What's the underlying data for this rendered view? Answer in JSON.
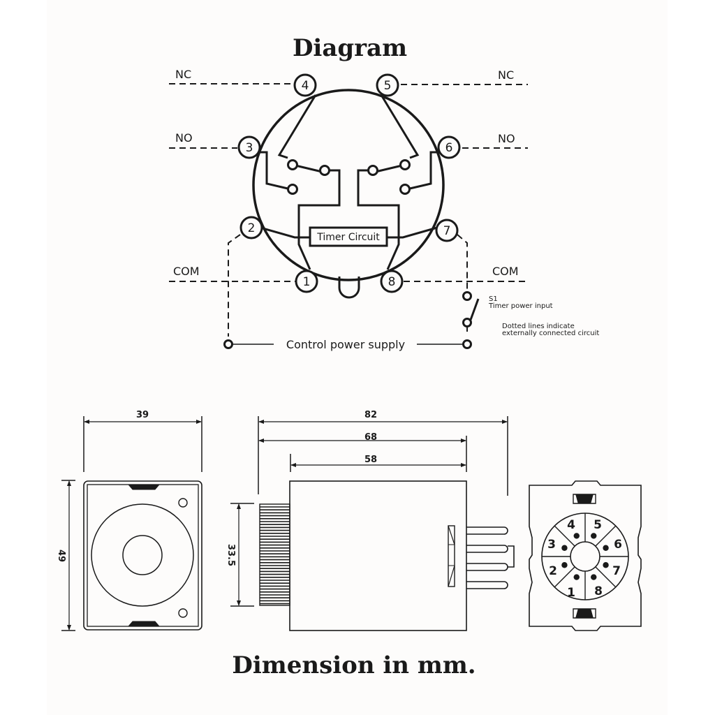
{
  "diagram": {
    "title": "Diagram",
    "labels": {
      "nc_left": "NC",
      "nc_right": "NC",
      "no_left": "NO",
      "no_right": "NO",
      "com_left": "COM",
      "com_right": "COM"
    },
    "pins": [
      "1",
      "2",
      "3",
      "4",
      "5",
      "6",
      "7",
      "8"
    ],
    "timer_circuit": "Timer Circuit",
    "control_power_supply": "Control power supply",
    "switch_id": "S1",
    "switch_label": "Timer power input",
    "note_line1": "Dotted lines indicate",
    "note_line2": "externally connected circuit"
  },
  "dimensions": {
    "title": "Dimension in mm.",
    "front_width": "39",
    "front_height": "49",
    "overall_length": "82",
    "length_with_knob": "68",
    "body_length": "58",
    "knob_height": "33.5",
    "socket_pins": [
      "1",
      "2",
      "3",
      "4",
      "5",
      "6",
      "7",
      "8"
    ]
  },
  "colors": {
    "ink": "#1a1a1a",
    "background": "#fdfcfb"
  }
}
